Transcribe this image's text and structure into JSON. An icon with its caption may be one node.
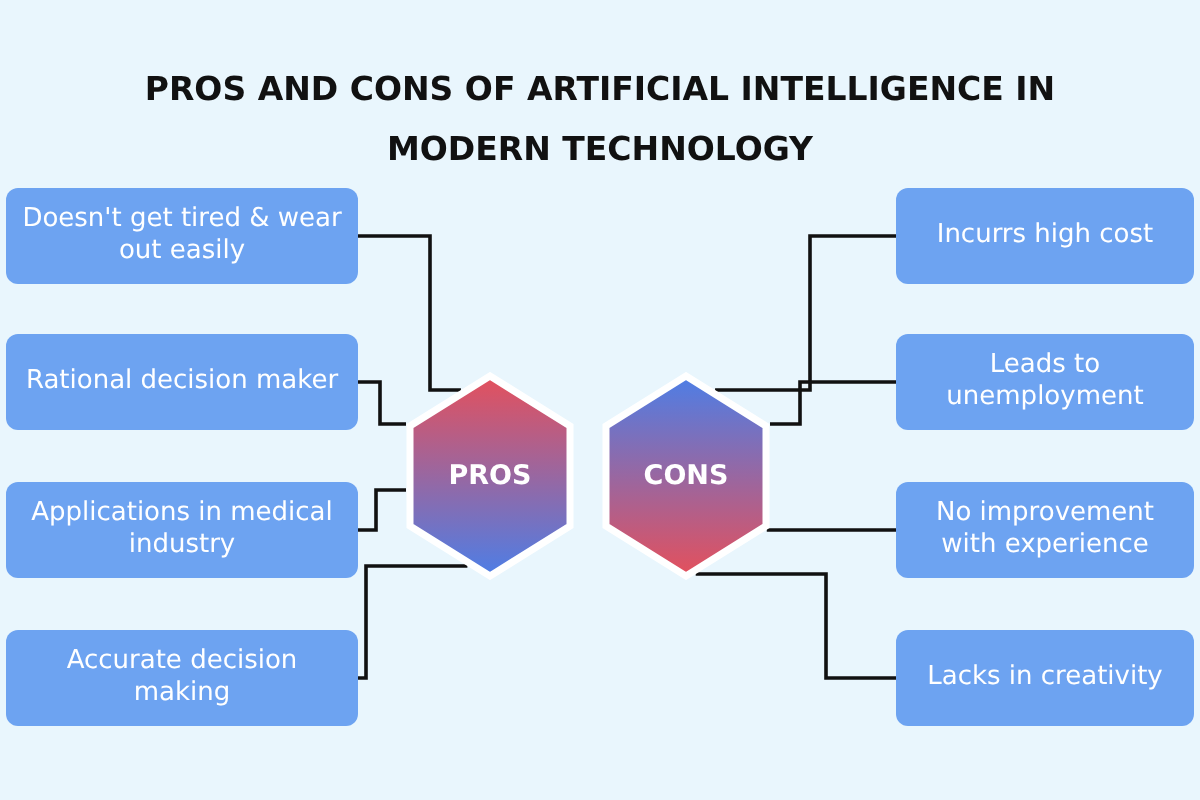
{
  "diagram": {
    "title": "PROS AND CONS OF ARTIFICIAL INTELLIGENCE IN MODERN TECHNOLOGY",
    "nodes": [
      {
        "text": [
          "Doesn't get tired & wear out easily"
        ]
      },
      {
        "text": [
          "Rational decision maker"
        ]
      },
      {
        "text": [
          "Applications in medical industry"
        ]
      },
      {
        "text": [
          "Accurate decision making"
        ]
      },
      {
        "text": [
          "PROS"
        ]
      },
      {
        "text": [
          "CONS"
        ]
      },
      {
        "text": [
          "Incurrs high cost"
        ]
      },
      {
        "text": [
          "Leads to unemployment"
        ]
      },
      {
        "text": [
          "No improvement with experience"
        ]
      },
      {
        "text": [
          "Lacks in creativity"
        ]
      }
    ],
    "edges": [
      {
        "from": 0,
        "to": 4,
        "arrow": "none"
      },
      {
        "from": 1,
        "to": 4,
        "arrow": "none"
      },
      {
        "from": 2,
        "to": 4,
        "arrow": "none"
      },
      {
        "from": 3,
        "to": 4,
        "arrow": "none"
      },
      {
        "from": 6,
        "to": 5,
        "arrow": "none"
      },
      {
        "from": 7,
        "to": 5,
        "arrow": "none"
      },
      {
        "from": 8,
        "to": 5,
        "arrow": "none"
      },
      {
        "from": 9,
        "to": 5,
        "arrow": "none"
      }
    ]
  }
}
